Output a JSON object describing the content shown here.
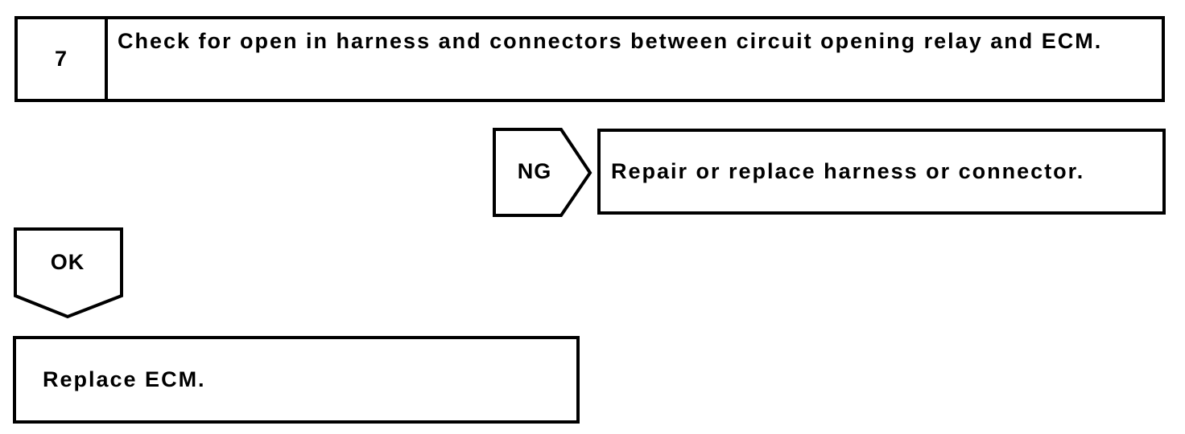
{
  "palette": {
    "background": "#ffffff",
    "ink": "#000000"
  },
  "flowchart": {
    "step": {
      "number": "7",
      "instruction": "Check for open in harness and connectors between circuit opening relay and ECM."
    },
    "ng": {
      "label": "NG",
      "action": "Repair or replace harness or connector."
    },
    "ok": {
      "label": "OK",
      "action": "Replace ECM."
    }
  }
}
